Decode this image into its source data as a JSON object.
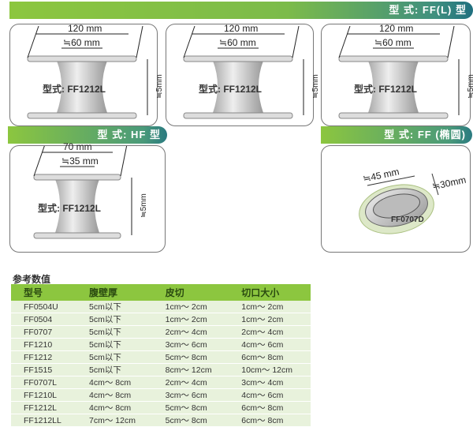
{
  "banners": {
    "ffl": "型 式: FF(L) 型",
    "hf": "型 式: HF 型",
    "ff_oval": "型 式: FF (椭圆)"
  },
  "panels": [
    {
      "outer": "120 mm",
      "inner": "≒60 mm",
      "height": "≒5mm",
      "model": "型式: FF1212L"
    },
    {
      "outer": "120 mm",
      "inner": "≒60 mm",
      "height": "≒5mm",
      "model": "型式: FF1212L"
    },
    {
      "outer": "120 mm",
      "inner": "≒60 mm",
      "height": "≒5mm",
      "model": "型式: FF1212L"
    },
    {
      "outer": "70 mm",
      "inner": "≒35 mm",
      "height": "≒5mm",
      "model": "型式: FF1212L"
    },
    {
      "outer": "≒45 mm",
      "height": "≒30mm",
      "model": "FF0707D"
    }
  ],
  "table": {
    "title": "参考数值",
    "headers": [
      "型号",
      "腹壁厚",
      "皮切",
      "切口大小"
    ],
    "rows": [
      [
        "FF0504U",
        "5cm以下",
        "1cm～ 2cm",
        "1cm～ 2cm"
      ],
      [
        "FF0504",
        "5cm以下",
        "1cm～ 2cm",
        "1cm～ 2cm"
      ],
      [
        "FF0707",
        "5cm以下",
        "2cm～ 4cm",
        "2cm～ 4cm"
      ],
      [
        "FF1210",
        "5cm以下",
        "3cm～ 6cm",
        "4cm～ 6cm"
      ],
      [
        "FF1212",
        "5cm以下",
        "5cm～ 8cm",
        "6cm～ 8cm"
      ],
      [
        "FF1515",
        "5cm以下",
        "8cm～ 12cm",
        "10cm～ 12cm"
      ],
      [
        "FF0707L",
        "4cm～ 8cm",
        "2cm～ 4cm",
        "3cm～ 4cm"
      ],
      [
        "FF1210L",
        "4cm～ 8cm",
        "3cm～ 6cm",
        "4cm～ 6cm"
      ],
      [
        "FF1212L",
        "4cm～ 8cm",
        "5cm～ 8cm",
        "6cm～ 8cm"
      ],
      [
        "FF1212LL",
        "7cm～ 12cm",
        "5cm～ 8cm",
        "6cm～ 8cm"
      ]
    ]
  }
}
